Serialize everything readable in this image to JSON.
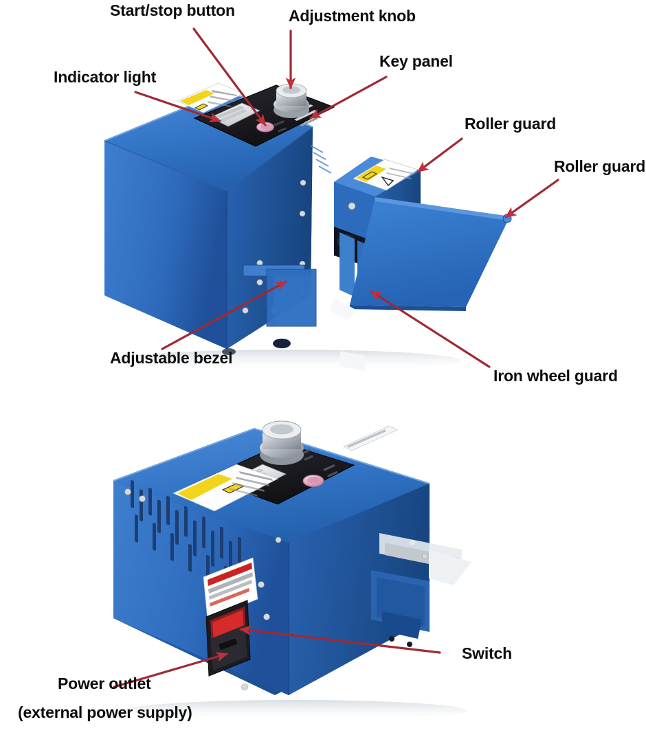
{
  "document": {
    "type": "product-annotation-diagram",
    "subject": "Blue automatic tape dispenser machine",
    "background_color": "#ffffff",
    "annotation_color": "#9e2a35",
    "machine_body_color": "#2e6fc4"
  },
  "figures": [
    {
      "id": "figure-top",
      "view": "front-three-quarter view",
      "callouts": [
        {
          "id": "start-stop-button",
          "label": "Start/stop button"
        },
        {
          "id": "adjustment-knob",
          "label": "Adjustment knob"
        },
        {
          "id": "key-panel",
          "label": "Key panel"
        },
        {
          "id": "indicator-light",
          "label": "Indicator light"
        },
        {
          "id": "roller-guard-upper",
          "label": "Roller guard"
        },
        {
          "id": "roller-guard-right",
          "label": "Roller guard"
        },
        {
          "id": "adjustable-bezel",
          "label": "Adjustable bezel"
        },
        {
          "id": "iron-wheel-guard",
          "label": "Iron wheel guard"
        }
      ]
    },
    {
      "id": "figure-bottom",
      "view": "rear-three-quarter view",
      "callouts": [
        {
          "id": "switch",
          "label": "Switch"
        },
        {
          "id": "power-outlet",
          "label": "Power outlet",
          "label_line2": "(external power supply)"
        }
      ]
    }
  ],
  "labels": {
    "start_stop_button": "Start/stop button",
    "adjustment_knob": "Adjustment knob",
    "key_panel": "Key panel",
    "indicator_light": "Indicator light",
    "roller_guard_1": "Roller guard",
    "roller_guard_2": "Roller guard",
    "adjustable_bezel": "Adjustable bezel",
    "iron_wheel_guard": "Iron wheel guard",
    "switch": "Switch",
    "power_outlet_line1": "Power outlet",
    "power_outlet_line2": "(external power supply)"
  },
  "colors": {
    "arrow": "#9e2a35",
    "arrow_bright": "#d0303a",
    "body_blue": "#2e6fc4",
    "body_blue_dark": "#1e4f94",
    "body_blue_light": "#5a93d8",
    "panel_black": "#1b1b1f",
    "warning_yellow": "#f2d41c",
    "indicator_pink": "#e7a9c0",
    "metal_silver": "#c9ccd1",
    "label_text": "#0d0d0d"
  }
}
